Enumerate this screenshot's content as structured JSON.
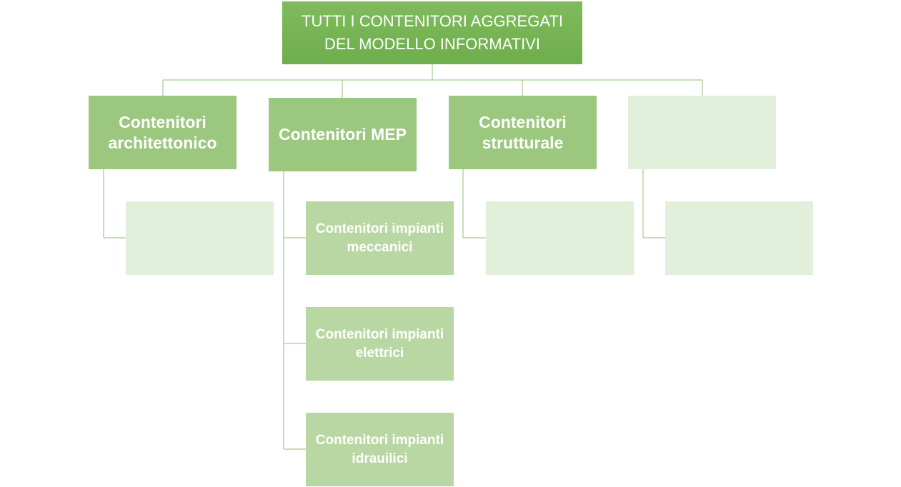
{
  "root": {
    "label": "TUTTI I CONTENITORI AGGREGATI DEL MODELLO INFORMATIVI"
  },
  "level1": [
    {
      "label": "Contenitori architettonico"
    },
    {
      "label": "Contenitori MEP"
    },
    {
      "label": "Contenitori strutturale"
    },
    {
      "label": ""
    }
  ],
  "level2": {
    "architettonico": [
      {
        "label": ""
      }
    ],
    "mep": [
      {
        "label": "Contenitori impianti meccanici"
      },
      {
        "label": "Contenitori impianti elettrici"
      },
      {
        "label": "Contenitori impianti idrauilici"
      }
    ],
    "strutturale": [
      {
        "label": ""
      }
    ],
    "empty_branch": [
      {
        "label": ""
      }
    ]
  },
  "colors": {
    "root_fill": "#70ad47",
    "level1_fill": "#9bc77f",
    "level2_fill": "#b9d7a3",
    "empty_fill": "#e2efda",
    "connector": "#a5c98f",
    "text": "#ffffff"
  }
}
